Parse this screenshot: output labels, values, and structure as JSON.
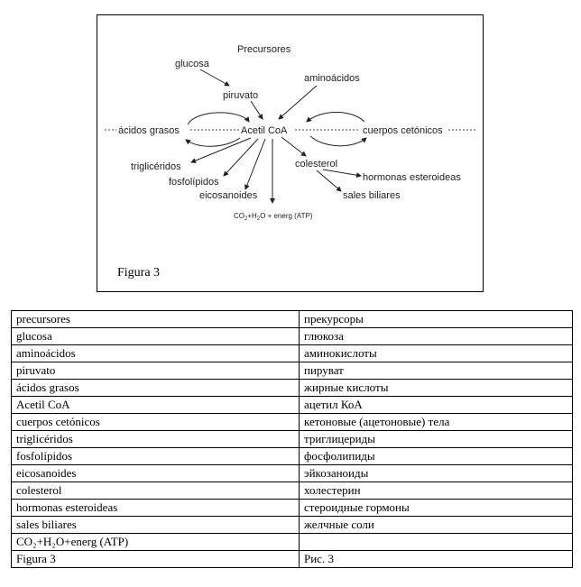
{
  "figure": {
    "caption": "Figura 3",
    "labels": {
      "precursores": "Precursores",
      "glucosa": "glucosa",
      "aminoacidos": "aminoácidos",
      "piruvato": "piruvato",
      "acidos_grasos": "ácidos grasos",
      "acetil_coa": "Acetil CoA",
      "cuerpos_cetonicos": "cuerpos cetónicos",
      "colesterol": "colesterol",
      "trigliceridos": "triglicéridos",
      "hormonas": "hormonas esteroideas",
      "fosfolipidos": "fosfolípidos",
      "sales_biliares": "sales biliares",
      "eicosanoides": "eicosanoides",
      "products_a": "CO",
      "products_b": "2",
      "products_c": "+H",
      "products_d": "2",
      "products_e": "O + energ  (ATP)"
    }
  },
  "glossary": {
    "rows": [
      {
        "es": "precursores",
        "ru": "прекурсоры"
      },
      {
        "es": "glucosa",
        "ru": "глюкоза"
      },
      {
        "es": "aminoácidos",
        "ru": "аминокислоты"
      },
      {
        "es": "piruvato",
        "ru": "пируват"
      },
      {
        "es": "ácidos grasos",
        "ru": "жирные кислоты"
      },
      {
        "es": "Acetil CoA",
        "ru": "ацетил КоА"
      },
      {
        "es": "cuerpos cetónicos",
        "ru": "кетоновые (ацетоновые) тела"
      },
      {
        "es": "triglicéridos",
        "ru": "триглицериды"
      },
      {
        "es": "fosfolípidos",
        "ru": "фосфолипиды"
      },
      {
        "es": "eicosanoides",
        "ru": "эйкозаноиды"
      },
      {
        "es": "colesterol",
        "ru": "холестерин"
      },
      {
        "es": "hormonas esteroideas",
        "ru": "стероидные гормоны"
      },
      {
        "es": "sales biliares",
        "ru": "желчные соли"
      },
      {
        "es": "CO₂+H₂O+energ (ATP)",
        "ru": ""
      },
      {
        "es": "Figura 3",
        "ru": "Рис. 3"
      }
    ]
  }
}
